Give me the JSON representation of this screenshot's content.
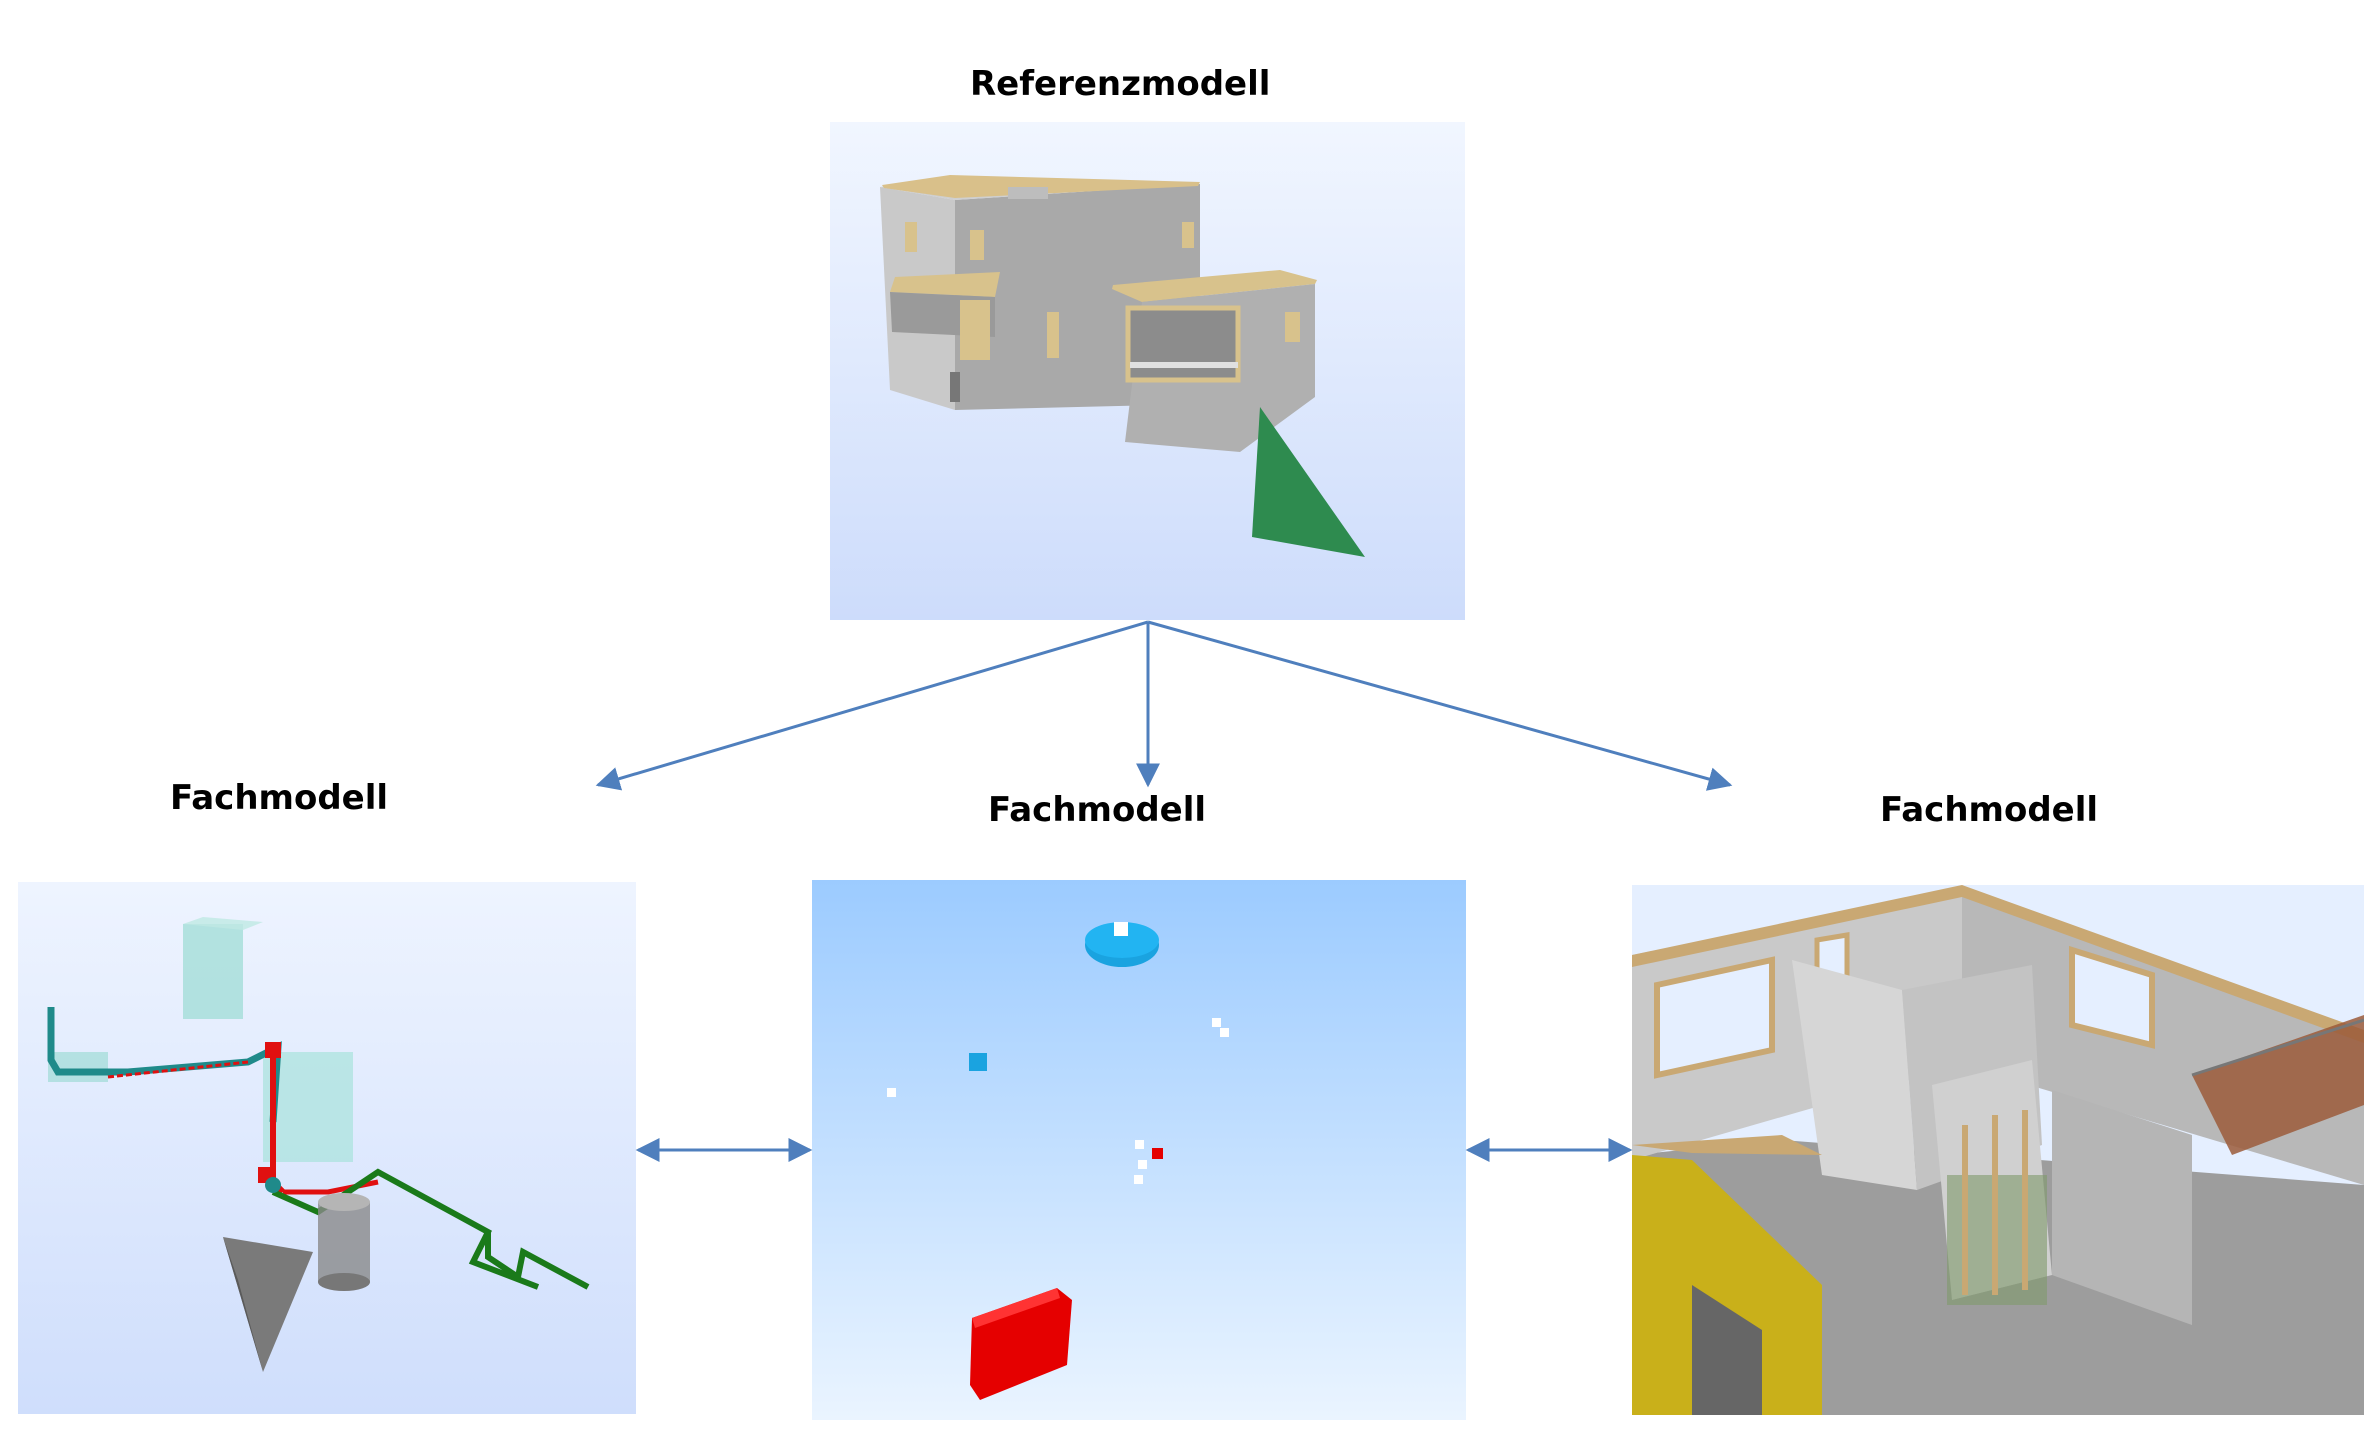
{
  "reference": {
    "title": "Referenzmodell"
  },
  "discipline_models": [
    {
      "title": "Fachmodell"
    },
    {
      "title": "Fachmodell"
    },
    {
      "title": "Fachmodell"
    }
  ],
  "colors": {
    "arrow": "#4f7fbd",
    "panel_blue_top": "#eef4ff",
    "panel_blue_bottom": "#cfdefc",
    "terrain_green": "#2e8b4f",
    "pipe_green": "#1a7a1a",
    "pipe_red": "#e01010",
    "element_red": "#e50000",
    "element_cyan": "#1aa3e0",
    "wall_yellow": "#c9b01a",
    "timber": "#c9a873"
  }
}
